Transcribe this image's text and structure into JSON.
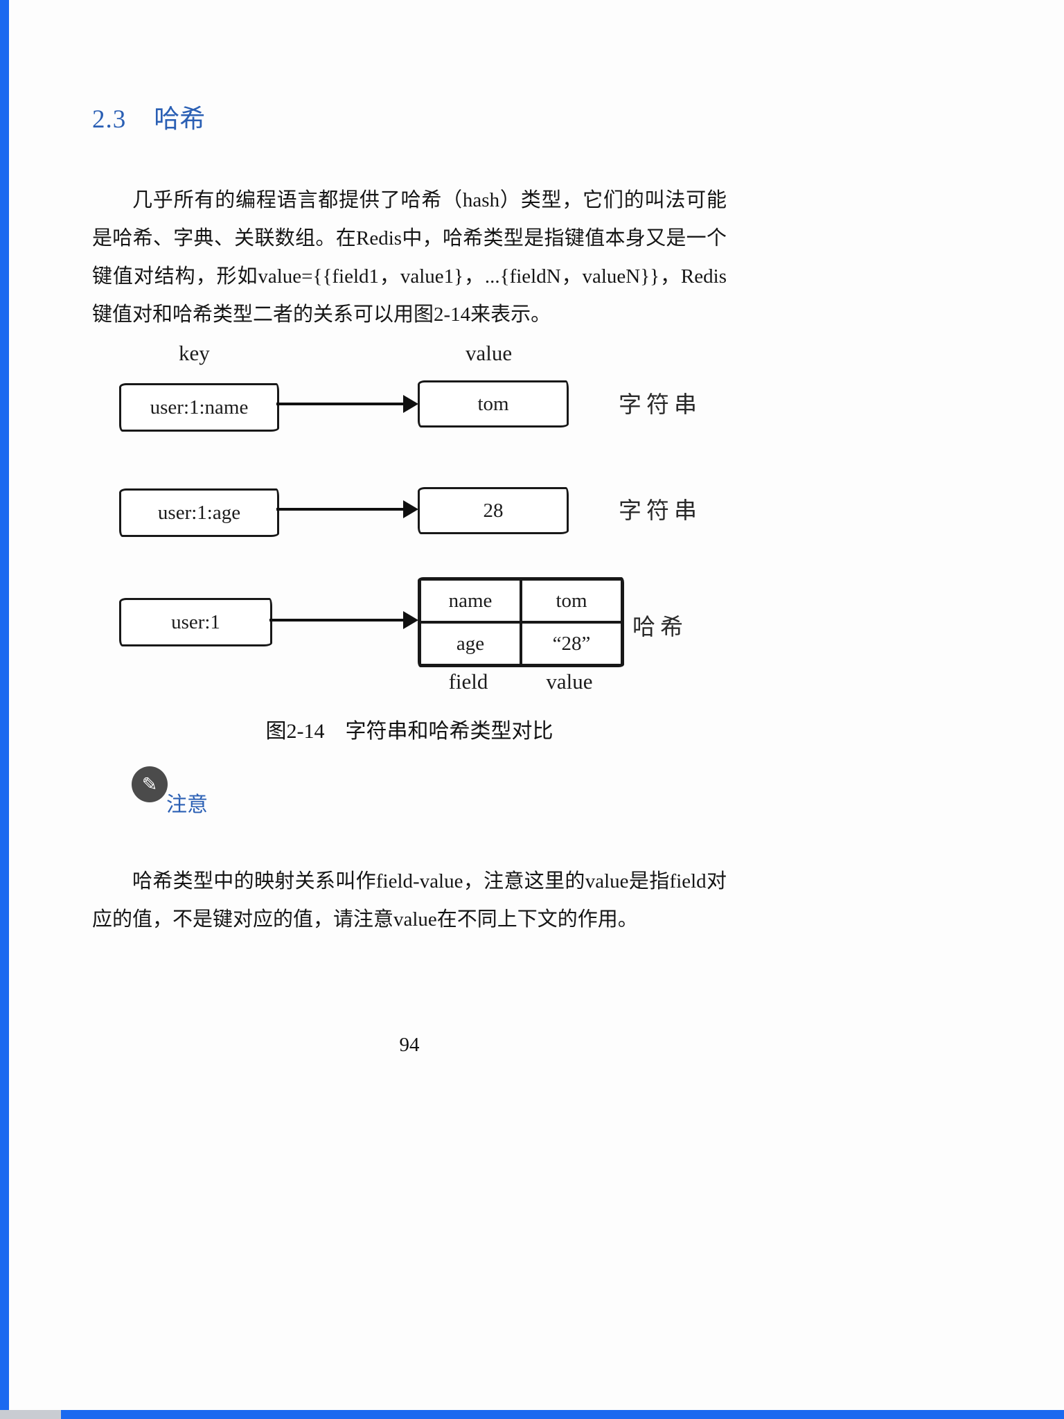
{
  "edges": {
    "accent_color": "#1b69f0"
  },
  "heading": {
    "number": "2.3",
    "title": "哈希"
  },
  "para1": "几乎所有的编程语言都提供了哈希（hash）类型，它们的叫法可能是哈希、字典、关联数组。在Redis中，哈希类型是指键值本身又是一个键值对结构，形如value={{field1，value1}，...{fieldN，valueN}}，Redis键值对和哈希类型二者的关系可以用图2-14来表示。",
  "figure": {
    "key_header": "key",
    "value_header": "value",
    "rows": [
      {
        "key": "user:1:name",
        "value": "tom",
        "type": "字符串"
      },
      {
        "key": "user:1:age",
        "value": "28",
        "type": "字符串"
      },
      {
        "key": "user:1",
        "type": "哈希"
      }
    ],
    "hash_table": {
      "cells": [
        [
          "name",
          "tom"
        ],
        [
          "age",
          "“28”"
        ]
      ],
      "field_label": "field",
      "value_label": "value"
    },
    "caption": "图2-14　字符串和哈希类型对比"
  },
  "note": {
    "icon_glyph": "✎",
    "label": "注意"
  },
  "para2": "哈希类型中的映射关系叫作field-value，注意这里的value是指field对应的值，不是键对应的值，请注意value在不同上下文的作用。",
  "page_number": "94"
}
